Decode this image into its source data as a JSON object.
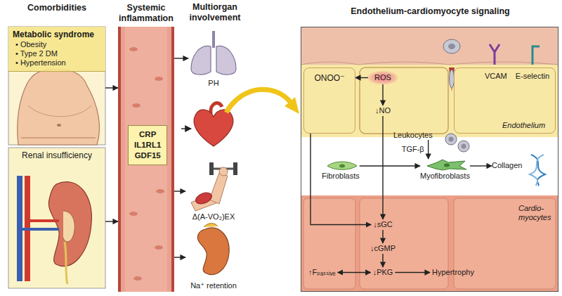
{
  "diagram": {
    "nodes": [
      {
        "text": [
          "Metabolic syndrome",
          "• Obesity",
          "• Type 2 DM",
          "• Hypertension"
        ]
      },
      {
        "text": [
          "Renal insufficiency"
        ]
      },
      {
        "text": [
          "Systemic inflammation"
        ]
      },
      {
        "text": [
          "CRP",
          "IL1RL1",
          "GDF15"
        ],
        "in": 2
      },
      {
        "text": [
          "PH"
        ]
      },
      {
        "text": [
          "Δ(A-VO₂)EX"
        ]
      },
      {
        "text": [
          "Na⁺ retention"
        ]
      },
      {
        "text": [
          "Endothelium-cardiomyocyte signaling"
        ]
      },
      {
        "text": [
          "Endothelium"
        ],
        "in": 7
      },
      {
        "text": [
          "ONOO⁻"
        ],
        "in": 8
      },
      {
        "text": [
          "ROS"
        ],
        "in": 8
      },
      {
        "text": [
          "↓NO"
        ],
        "in": 8
      },
      {
        "text": [
          "VCAM",
          "E-selectin"
        ],
        "in": 8
      },
      {
        "text": [
          "Leukocytes"
        ],
        "in": 7
      },
      {
        "text": [
          "Fibroblasts"
        ],
        "in": 7
      },
      {
        "text": [
          "Myofibroblasts"
        ],
        "in": 7
      },
      {
        "text": [
          "Collagen"
        ],
        "in": 7
      },
      {
        "text": [
          "Cardio-myocytes"
        ],
        "in": 7
      },
      {
        "text": [
          "↓sGC"
        ],
        "in": 17
      },
      {
        "text": [
          "↓cGMP"
        ],
        "in": 17
      },
      {
        "text": [
          "↑Fₚₐₛₛᵢᵥₑ"
        ],
        "in": 17
      },
      {
        "text": [
          "↓PKG"
        ],
        "in": 17
      },
      {
        "text": [
          "Hypertrophy"
        ],
        "in": 17
      }
    ],
    "edges": [
      {
        "from": 0,
        "to": 2,
        "arrow": "to"
      },
      {
        "from": 1,
        "to": 2,
        "arrow": "to"
      },
      {
        "from": 2,
        "to": 4,
        "arrow": "to"
      },
      {
        "from": 2,
        "to": 5,
        "arrow": "to"
      },
      {
        "from": 2,
        "to": 6,
        "arrow": "to"
      },
      {
        "from": 10,
        "to": 9,
        "arrow": "to"
      },
      {
        "from": 10,
        "to": 11,
        "arrow": "to"
      },
      {
        "from": 9,
        "to": 18,
        "arrow": "to"
      },
      {
        "from": 11,
        "to": 18,
        "arrow": "to"
      },
      {
        "from": 13,
        "to": 15,
        "label": "TGF-β",
        "arrow": "to"
      },
      {
        "from": 14,
        "to": 15,
        "arrow": "to"
      },
      {
        "from": 15,
        "to": 16,
        "arrow": "to"
      },
      {
        "from": 18,
        "to": 19,
        "arrow": "to"
      },
      {
        "from": 19,
        "to": 21,
        "arrow": "to"
      },
      {
        "from": 21,
        "to": 22,
        "arrow": "to"
      },
      {
        "from": 21,
        "to": 20,
        "arrow": "both"
      }
    ],
    "labels": [
      "Comorbidities",
      "Multiorgan involvement"
    ]
  }
}
